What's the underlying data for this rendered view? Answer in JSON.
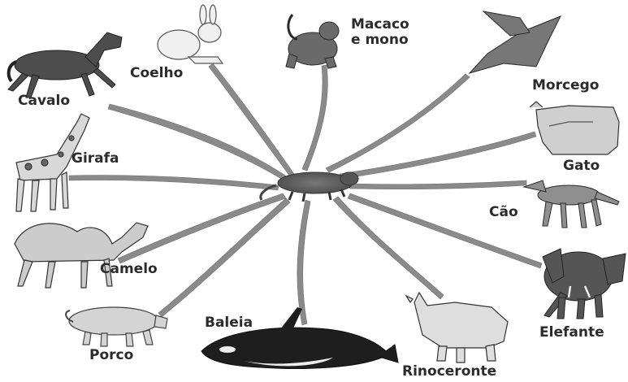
{
  "center": {
    "icon": "ancestral-mammal-icon"
  },
  "animals": [
    {
      "id": "cavalo",
      "label": "Cavalo",
      "icon": "horse-icon"
    },
    {
      "id": "coelho",
      "label": "Coelho",
      "icon": "rabbit-icon"
    },
    {
      "id": "macaco",
      "label": "Macaco\ne mono",
      "icon": "monkey-icon"
    },
    {
      "id": "morcego",
      "label": "Morcego",
      "icon": "bat-icon"
    },
    {
      "id": "girafa",
      "label": "Girafa",
      "icon": "giraffe-icon"
    },
    {
      "id": "gato",
      "label": "Gato",
      "icon": "cat-icon"
    },
    {
      "id": "cao",
      "label": "Cão",
      "icon": "dog-icon"
    },
    {
      "id": "camelo",
      "label": "Camelo",
      "icon": "camel-icon"
    },
    {
      "id": "elefante",
      "label": "Elefante",
      "icon": "elephant-icon"
    },
    {
      "id": "porco",
      "label": "Porco",
      "icon": "pig-icon"
    },
    {
      "id": "baleia",
      "label": "Baleia",
      "icon": "orca-icon"
    },
    {
      "id": "rinoceronte",
      "label": "Rinoceronte",
      "icon": "rhinoceros-icon"
    }
  ]
}
